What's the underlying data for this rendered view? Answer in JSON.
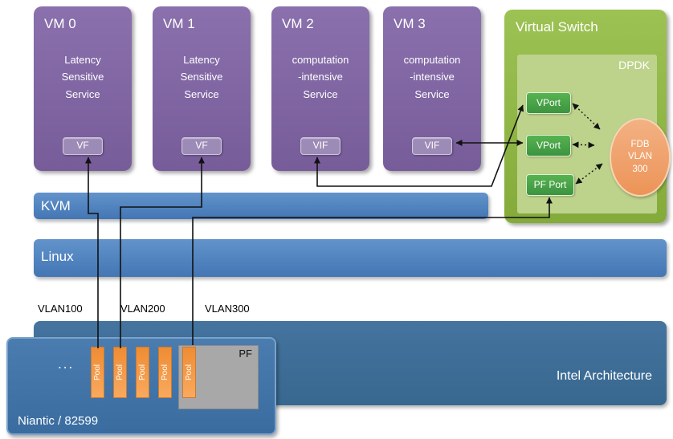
{
  "vms": [
    {
      "title": "VM 0",
      "body": "Latency\nSensitive\nService",
      "port": "VF"
    },
    {
      "title": "VM 1",
      "body": "Latency\nSensitive\nService",
      "port": "VF"
    },
    {
      "title": "VM 2",
      "body": "computation\n-intensive\nService",
      "port": "VIF"
    },
    {
      "title": "VM 3",
      "body": "computation\n-intensive\nService",
      "port": "VIF"
    }
  ],
  "virtual_switch": {
    "title": "Virtual Switch",
    "dpdk_label": "DPDK",
    "ports": [
      {
        "label": "VPort"
      },
      {
        "label": "VPort"
      },
      {
        "label": "PF Port"
      }
    ],
    "fdb": "FDB\nVLAN\n300"
  },
  "layers": {
    "kvm": "KVM",
    "linux": "Linux"
  },
  "vlans": [
    "VLAN100",
    "VLAN200",
    "VLAN300"
  ],
  "hardware": {
    "platform_label": "Intel Architecture",
    "nic_label": "Niantic / 82599",
    "ellipsis": "...",
    "pools": [
      "Pool",
      "Pool",
      "Pool",
      "Pool",
      "Pool"
    ],
    "pf_label": "PF"
  },
  "colors": {
    "vm_purple": "#7d62a0",
    "switch_green": "#8fb544",
    "dpdk_green": "#bdd38b",
    "port_green": "#44a04a",
    "fdb_orange": "#f0a470",
    "layer_blue": "#4d7fba",
    "hardware_blue": "#3c6e9f",
    "pool_orange": "#f79646",
    "pf_gray": "#a8a8a8"
  }
}
